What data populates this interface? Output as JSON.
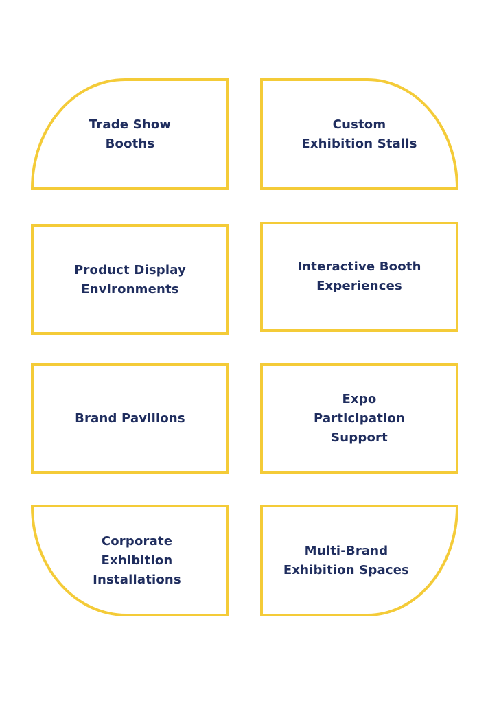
{
  "colors": {
    "outline": "#F4CB38",
    "text": "#1F2D5E",
    "background": "#FFFFFF"
  },
  "items": [
    {
      "label": "Trade Show\nBooths"
    },
    {
      "label": "Custom\nExhibition Stalls"
    },
    {
      "label": "Product Display\nEnvironments"
    },
    {
      "label": "Interactive Booth\nExperiences"
    },
    {
      "label": "Brand Pavilions"
    },
    {
      "label": "Expo\nParticipation\nSupport"
    },
    {
      "label": "Corporate\nExhibition\nInstallations"
    },
    {
      "label": "Multi-Brand\nExhibition Spaces"
    }
  ]
}
